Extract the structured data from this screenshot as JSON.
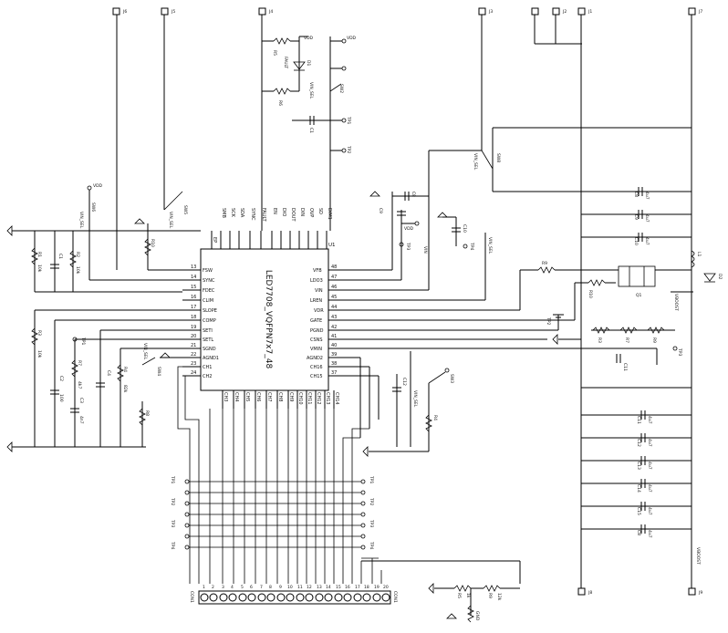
{
  "ic": {
    "ref": "U1",
    "name": "LED7708_VQFPN7x7_48",
    "left_pins": [
      {
        "num": "13",
        "name": "FSW"
      },
      {
        "num": "14",
        "name": "SYNC"
      },
      {
        "num": "15",
        "name": "FDEC"
      },
      {
        "num": "16",
        "name": "CLIM"
      },
      {
        "num": "17",
        "name": "SLOPE"
      },
      {
        "num": "18",
        "name": "COMP"
      },
      {
        "num": "19",
        "name": "SETI"
      },
      {
        "num": "20",
        "name": "SETL"
      },
      {
        "num": "21",
        "name": "SGND"
      },
      {
        "num": "22",
        "name": "AGND1"
      },
      {
        "num": "23",
        "name": "CH1"
      },
      {
        "num": "24",
        "name": "CH2"
      }
    ],
    "right_pins": [
      {
        "num": "48",
        "name": "VFB"
      },
      {
        "num": "47",
        "name": "LDO3"
      },
      {
        "num": "46",
        "name": "VIN"
      },
      {
        "num": "45",
        "name": "LREN"
      },
      {
        "num": "44",
        "name": "VDR"
      },
      {
        "num": "43",
        "name": "GATE"
      },
      {
        "num": "42",
        "name": "PGND"
      },
      {
        "num": "41",
        "name": "CSNS"
      },
      {
        "num": "40",
        "name": "VMIN"
      },
      {
        "num": "39",
        "name": "AGND2"
      },
      {
        "num": "38",
        "name": "CH16"
      },
      {
        "num": "37",
        "name": "CH15"
      }
    ],
    "top_pins": [
      "EP",
      "SMB",
      "SCK",
      "SDA",
      "SYNC",
      "FAULT",
      "EN",
      "DIO",
      "DOUT",
      "DIN",
      "OVP",
      "SD",
      "DIM1"
    ],
    "bottom_pins": [
      "CH3",
      "CH4",
      "CH5",
      "CH6",
      "CH7",
      "CH8",
      "CH9",
      "CH10",
      "CH11",
      "CH12",
      "CH13",
      "CH14"
    ]
  },
  "connectors": {
    "top": [
      {
        "ref": "J6"
      },
      {
        "ref": "J5"
      },
      {
        "ref": "J4"
      },
      {
        "ref": "J3"
      },
      {
        "ref": "J2"
      },
      {
        "ref": "J1"
      }
    ],
    "right_top": "J7",
    "bottom": [
      {
        "ref": "J8"
      },
      {
        "ref": "J9"
      }
    ]
  },
  "components": {
    "r_left": [
      "R1",
      "R2",
      "R3",
      "R4",
      "R5",
      "R6",
      "R7",
      "R8",
      "R9",
      "R10"
    ],
    "r_left_vals": [
      "10k",
      "10k",
      "10k",
      "82k",
      "1k",
      "4k7",
      "4k7",
      "2k",
      "12k",
      "1k"
    ],
    "c_left": [
      "C1",
      "C2",
      "C3",
      "C4"
    ],
    "c_left_vals": [
      "1nF",
      "100",
      "4n7",
      "4n7"
    ],
    "c_right": [
      "C8",
      "C9",
      "C10",
      "C11",
      "C12",
      "C13",
      "C14",
      "C15"
    ],
    "c_right_vals": [
      "4u7",
      "4u7",
      "4u7",
      "4u7",
      "4u7",
      "4u7",
      "4u7",
      "4u7"
    ],
    "switches": [
      "SW1",
      "SW2",
      "SW3",
      "SW4",
      "SW5",
      "SW6",
      "SW7",
      "SW8"
    ],
    "misc": [
      "D1",
      "D2",
      "L1",
      "Q1",
      "TP1",
      "TP2",
      "TP3",
      "TP4",
      "FAULT",
      "VIN_SEL"
    ],
    "header_label": "CON1",
    "supply": "VDD",
    "ground": "GND",
    "net_vboost": "VBOOST",
    "net_vin": "VIN"
  },
  "header": {
    "pins": [
      "1",
      "2",
      "3",
      "4",
      "5",
      "6",
      "7",
      "8",
      "9",
      "10",
      "11",
      "12",
      "13",
      "14",
      "15",
      "16",
      "17",
      "18",
      "19",
      "20"
    ]
  }
}
